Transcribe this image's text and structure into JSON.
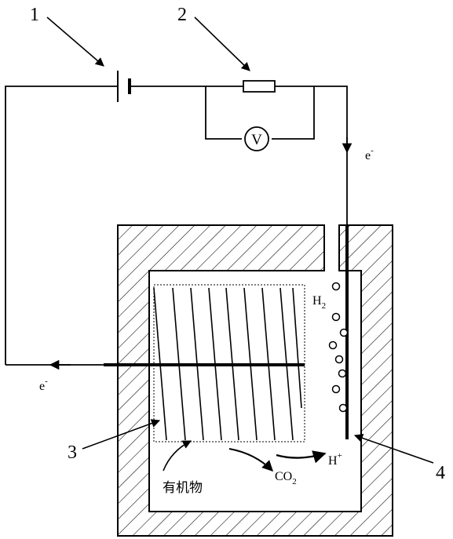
{
  "callouts": {
    "label_1": "1",
    "label_2": "2",
    "label_3": "3",
    "label_4": "4"
  },
  "meter": {
    "symbol": "V"
  },
  "flow": {
    "electron_base": "e",
    "electron_charge": "-"
  },
  "chem": {
    "h2_base": "H",
    "h2_sub": "2",
    "proton_base": "H",
    "proton_charge": "+",
    "co2_base": "CO",
    "co2_sub": "2",
    "organic": "有机物"
  },
  "colors": {
    "line": "#000000",
    "background": "#ffffff"
  }
}
